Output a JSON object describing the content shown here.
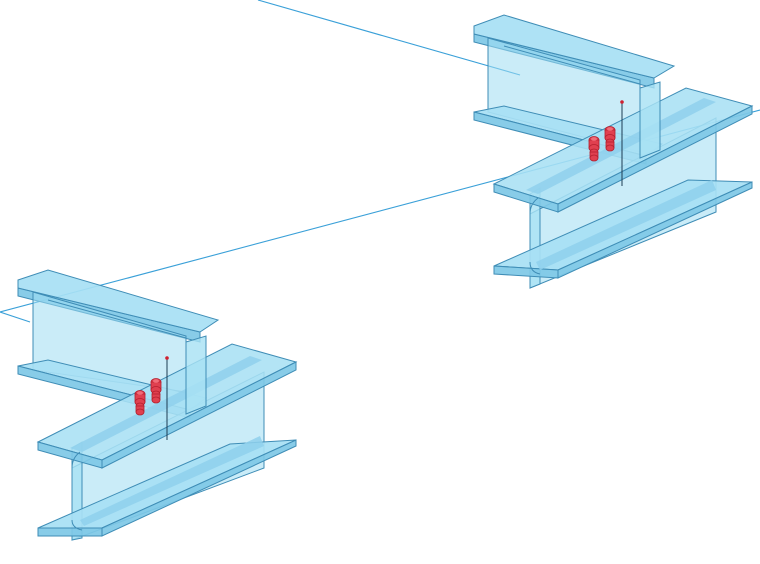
{
  "view": {
    "background": "#ffffff",
    "axis_color": "#3aa0d8",
    "steel_color": "#9fdcf2",
    "steel_edge_color": "#3f8db6",
    "bolt_color": "#e0404f",
    "marker_color": "#d0202f"
  },
  "connections": [
    {
      "id": "left",
      "bolts": 2
    },
    {
      "id": "right",
      "bolts": 2
    }
  ]
}
